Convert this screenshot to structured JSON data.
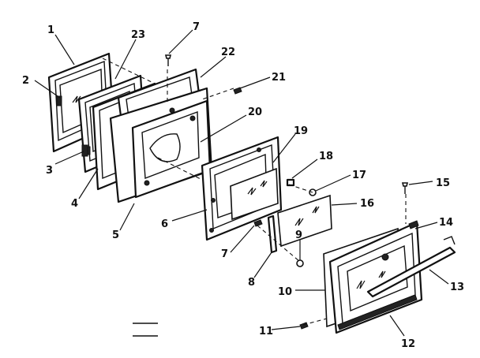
{
  "diagram": {
    "callouts": [
      "1",
      "2",
      "3",
      "4",
      "5",
      "6",
      "7",
      "7",
      "8",
      "9",
      "10",
      "11",
      "12",
      "13",
      "14",
      "15",
      "16",
      "17",
      "18",
      "19",
      "20",
      "21",
      "22",
      "23"
    ]
  }
}
